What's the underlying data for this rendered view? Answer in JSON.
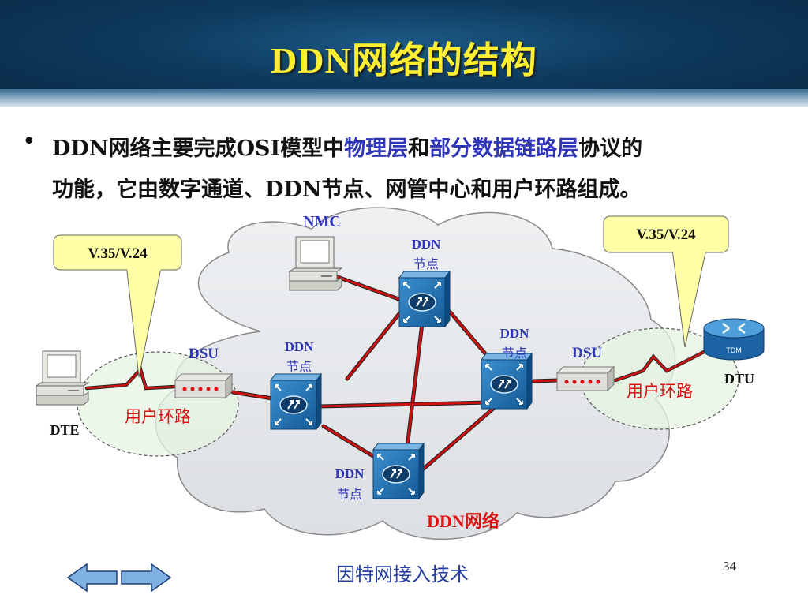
{
  "title": "DDN网络的结构",
  "body": {
    "bullet": "•",
    "line1_a": "DDN网络主要完成OSI模型中",
    "line1_hl1": "物理层",
    "line1_and": "和",
    "line1_hl2": "部分数据链路层",
    "line1_b": "协议的",
    "line2": "功能，它由数字通道、DDN节点、网管中心和用户环路组成。"
  },
  "diagram": {
    "nmc": "NMC",
    "ddn_label": "DDN",
    "node_label": "节点",
    "dsu": "DSU",
    "dte": "DTE",
    "dtu": "DTU",
    "tdm": "TDM",
    "user_loop": "用户环路",
    "callout_left": "V.35/V.24",
    "callout_right": "V.35/V.24",
    "network_label": "DDN网络"
  },
  "colors": {
    "title": "#ffef33",
    "highlight": "#2f36b8",
    "link": "#cc1111",
    "node": "#1f6fb0",
    "network_label": "#dd1111"
  },
  "footer": {
    "text": "因特网接入技术",
    "page": "34"
  },
  "nav": {
    "prev_icon": "arrow-left-icon",
    "next_icon": "arrow-right-icon"
  }
}
